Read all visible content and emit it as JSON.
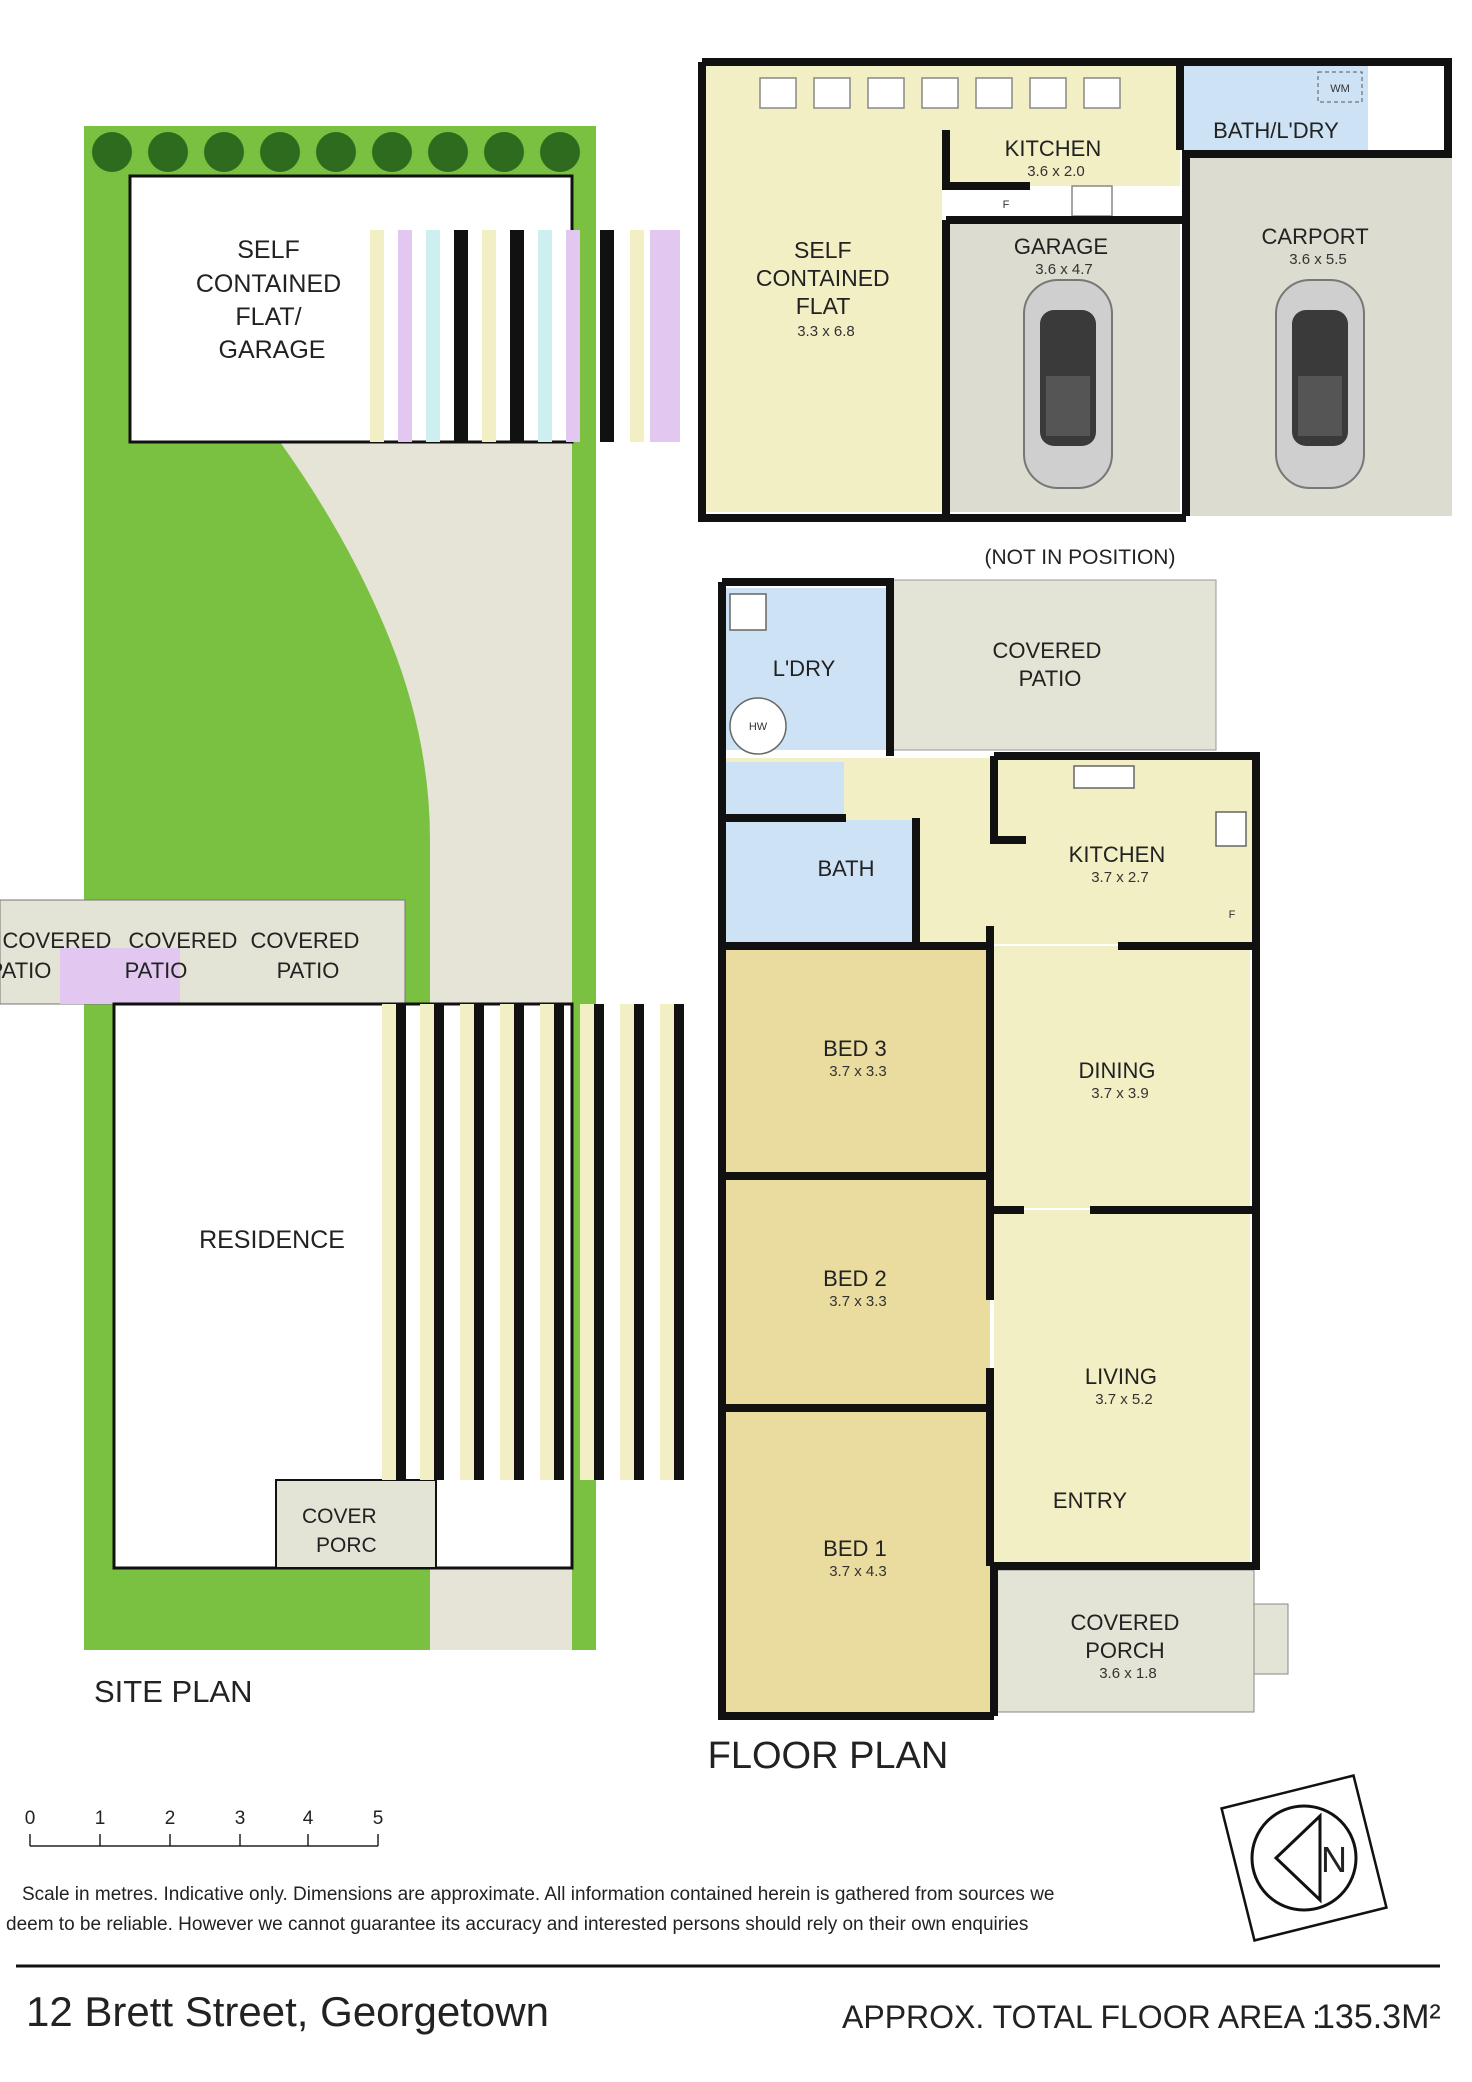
{
  "colors": {
    "lawn": "#7ac142",
    "lawn_dark": "#6aa832",
    "tree": "#2f6b1f",
    "paving": "#e6e4d6",
    "wall": "#111111",
    "beige": "#f3efc4",
    "bedroom": "#e9dc9e",
    "wet": "#cde3f5",
    "garage": "#dcdcd0",
    "patio": "#e3e3d6",
    "purple": "#e2c8f0"
  },
  "site_plan": {
    "heading": "SITE PLAN",
    "flat_label": [
      "SELF",
      "CONTAINED",
      "FLAT/",
      "GARAGE"
    ],
    "residence_label": "RESIDENCE",
    "patio_left_1": [
      "COVERED",
      "PATIO"
    ],
    "patio_left_2": [
      "COVERED",
      "PATIO"
    ],
    "patio_main": [
      "COVERED",
      "PATIO"
    ],
    "porch_label": [
      "COVER",
      "PORC"
    ]
  },
  "flat_plan": {
    "flat": {
      "name": [
        "SELF",
        "CONTAINED",
        "FLAT"
      ],
      "dims": "3.3 x 6.8"
    },
    "kitchen": {
      "name": "KITCHEN",
      "dims": "3.6 x 2.0"
    },
    "bath": {
      "name": "BATH/L'DRY"
    },
    "wm": "WM",
    "fridge": "F",
    "garage": {
      "name": "GARAGE",
      "dims": "3.6 x 4.7"
    },
    "carport": {
      "name": "CARPORT",
      "dims": "3.6 x 5.5"
    },
    "note": "(NOT IN POSITION)"
  },
  "floor_plan": {
    "heading": "FLOOR PLAN",
    "laundry": "L'DRY",
    "hw": "HW",
    "patio": [
      "COVERED",
      "PATIO"
    ],
    "kitchen": {
      "name": "KITCHEN",
      "dims": "3.7 x 2.7"
    },
    "fridge": "F",
    "bath": "BATH",
    "bed3": {
      "name": "BED 3",
      "dims": "3.7 x 3.3"
    },
    "bed2": {
      "name": "BED 2",
      "dims": "3.7 x 3.3"
    },
    "bed1": {
      "name": "BED 1",
      "dims": "3.7 x 4.3"
    },
    "dining": {
      "name": "DINING",
      "dims": "3.7 x 3.9"
    },
    "living": {
      "name": "LIVING",
      "dims": "3.7 x 5.2"
    },
    "entry": "ENTRY",
    "porch": {
      "name": [
        "COVERED",
        "PORCH"
      ],
      "dims": "3.6 x 1.8"
    }
  },
  "scale": {
    "ticks": [
      "0",
      "1",
      "2",
      "3",
      "4",
      "5"
    ],
    "note_line1": "Scale in metres. Indicative only. Dimensions are approximate. All information contained herein is gathered from sources we",
    "note_line2": "deem to be reliable. However we cannot guarantee its accuracy and interested persons should rely on their own enquiries"
  },
  "compass": {
    "letter": "N"
  },
  "footer": {
    "address": "12 Brett Street, Georgetown",
    "area_label": "APPROX. TOTAL FLOOR AREA :",
    "area_value": "135.3M²"
  }
}
